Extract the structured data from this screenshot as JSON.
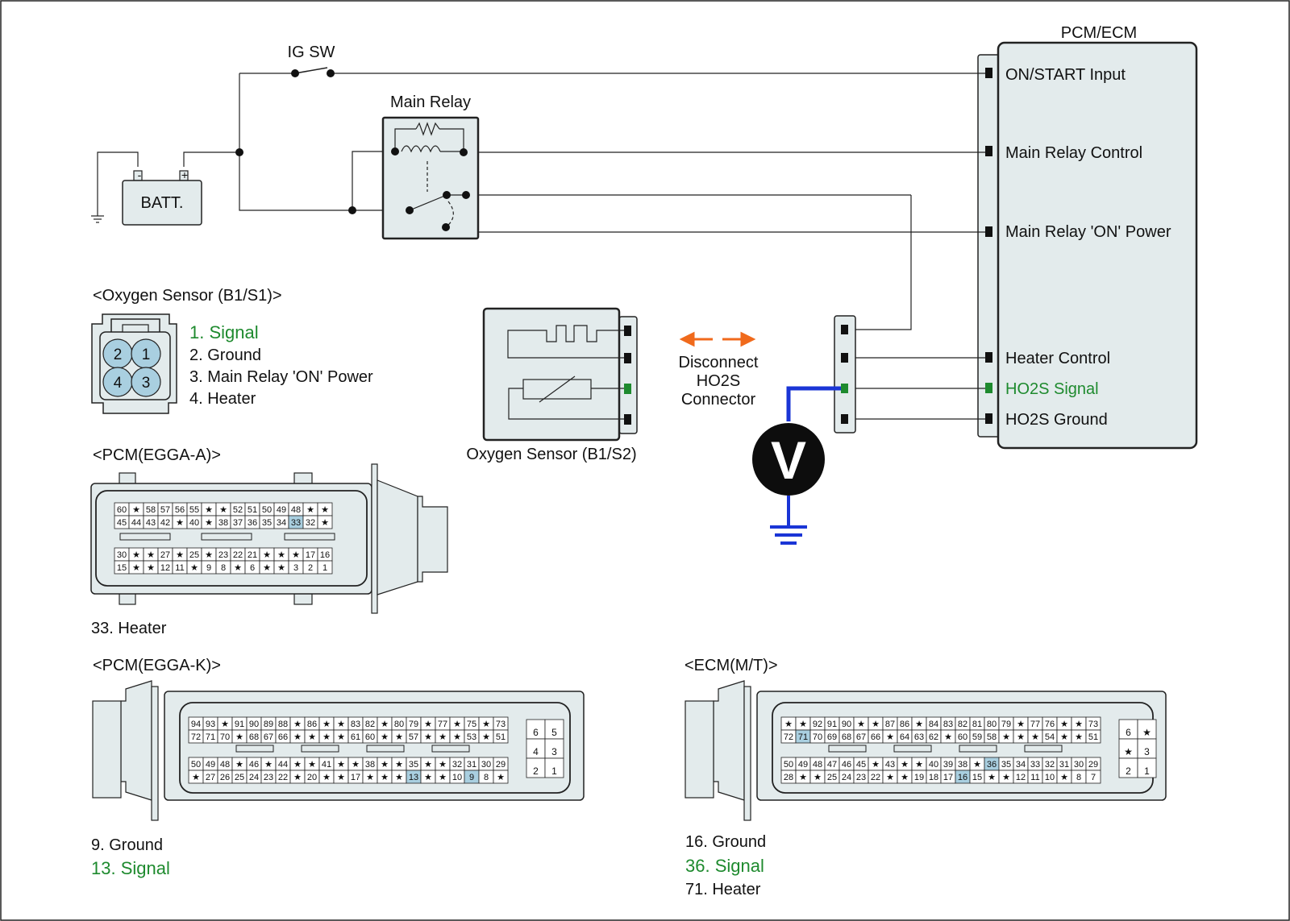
{
  "colors": {
    "signal_green": "#1e8a2e",
    "highlight_pin": "#a9cfe0",
    "meter_wire": "#1a35d6",
    "arrow_orange": "#f06a1c",
    "component_fill": "#e3ebec"
  },
  "pcm_ecm": {
    "title": "PCM/ECM",
    "terminals": [
      "ON/START Input",
      "Main Relay Control",
      "Main Relay 'ON' Power",
      "Heater Control",
      "HO2S  Signal",
      "HO2S  Ground"
    ]
  },
  "circuit": {
    "ig_sw": "IG SW",
    "main_relay": "Main Relay",
    "batt": "BATT.",
    "batt_minus": "-",
    "batt_plus": "+"
  },
  "voltmeter": {
    "symbol": "V"
  },
  "disconnect": {
    "lines": [
      "Disconnect",
      "HO2S",
      "Connector"
    ]
  },
  "o2_b1s2": {
    "label": "Oxygen Sensor (B1/S2)"
  },
  "o2_b1s1": {
    "title": "<Oxygen Sensor (B1/S1)>",
    "pins": [
      "2",
      "1",
      "4",
      "3"
    ],
    "legend": [
      "1. Signal",
      "2. Ground",
      "3. Main Relay 'ON' Power",
      "4. Heater"
    ]
  },
  "pcm_a": {
    "title": "<PCM(EGGA-A)>",
    "rows": [
      [
        "60",
        "★",
        "58",
        "57",
        "56",
        "55",
        "★",
        "★",
        "52",
        "51",
        "50",
        "49",
        "48",
        "★",
        "★"
      ],
      [
        "45",
        "44",
        "43",
        "42",
        "★",
        "40",
        "★",
        "38",
        "37",
        "36",
        "35",
        "34",
        "33",
        "32",
        "★"
      ],
      [
        "30",
        "★",
        "★",
        "27",
        "★",
        "25",
        "★",
        "23",
        "22",
        "21",
        "★",
        "★",
        "★",
        "17",
        "16"
      ],
      [
        "15",
        "★",
        "★",
        "12",
        "11",
        "★",
        "9",
        "8",
        "★",
        "6",
        "★",
        "★",
        "3",
        "2",
        "1"
      ]
    ],
    "legend": [
      "33. Heater"
    ]
  },
  "pcm_k": {
    "title": "<PCM(EGGA-K)>",
    "rows": [
      [
        "94",
        "93",
        "★",
        "91",
        "90",
        "89",
        "88",
        "★",
        "86",
        "★",
        "★",
        "83",
        "82",
        "★",
        "80",
        "79",
        "★",
        "77",
        "★",
        "75",
        "★",
        "73"
      ],
      [
        "72",
        "71",
        "70",
        "★",
        "68",
        "67",
        "66",
        "★",
        "★",
        "★",
        "★",
        "61",
        "60",
        "★",
        "★",
        "57",
        "★",
        "★",
        "★",
        "53",
        "★",
        "51"
      ],
      [
        "50",
        "49",
        "48",
        "★",
        "46",
        "★",
        "44",
        "★",
        "★",
        "41",
        "★",
        "★",
        "38",
        "★",
        "★",
        "35",
        "★",
        "★",
        "32",
        "31",
        "30",
        "29"
      ],
      [
        "★",
        "27",
        "26",
        "25",
        "24",
        "23",
        "22",
        "★",
        "20",
        "★",
        "★",
        "17",
        "★",
        "★",
        "★",
        "13",
        "★",
        "★",
        "10",
        "9",
        "8",
        "★"
      ]
    ],
    "side": [
      [
        "6",
        "5"
      ],
      [
        "4",
        "3"
      ],
      [
        "2",
        "1"
      ]
    ],
    "legend": [
      "9. Ground",
      "13. Signal"
    ]
  },
  "ecm_mt": {
    "title": "<ECM(M/T)>",
    "rows": [
      [
        "★",
        "★",
        "92",
        "91",
        "90",
        "★",
        "★",
        "87",
        "86",
        "★",
        "84",
        "83",
        "82",
        "81",
        "80",
        "79",
        "★",
        "77",
        "76",
        "★",
        "★",
        "73"
      ],
      [
        "72",
        "71",
        "70",
        "69",
        "68",
        "67",
        "66",
        "★",
        "64",
        "63",
        "62",
        "★",
        "60",
        "59",
        "58",
        "★",
        "★",
        "★",
        "54",
        "★",
        "★",
        "51"
      ],
      [
        "50",
        "49",
        "48",
        "47",
        "46",
        "45",
        "★",
        "43",
        "★",
        "★",
        "40",
        "39",
        "38",
        "★",
        "36",
        "35",
        "34",
        "33",
        "32",
        "31",
        "30",
        "29"
      ],
      [
        "28",
        "★",
        "★",
        "25",
        "24",
        "23",
        "22",
        "★",
        "★",
        "19",
        "18",
        "17",
        "16",
        "15",
        "★",
        "★",
        "12",
        "11",
        "10",
        "★",
        "8",
        "7"
      ]
    ],
    "side": [
      [
        "6",
        "★"
      ],
      [
        "★",
        "3"
      ],
      [
        "2",
        "1"
      ]
    ],
    "legend": [
      "16. Ground",
      "36. Signal",
      "71. Heater"
    ]
  }
}
